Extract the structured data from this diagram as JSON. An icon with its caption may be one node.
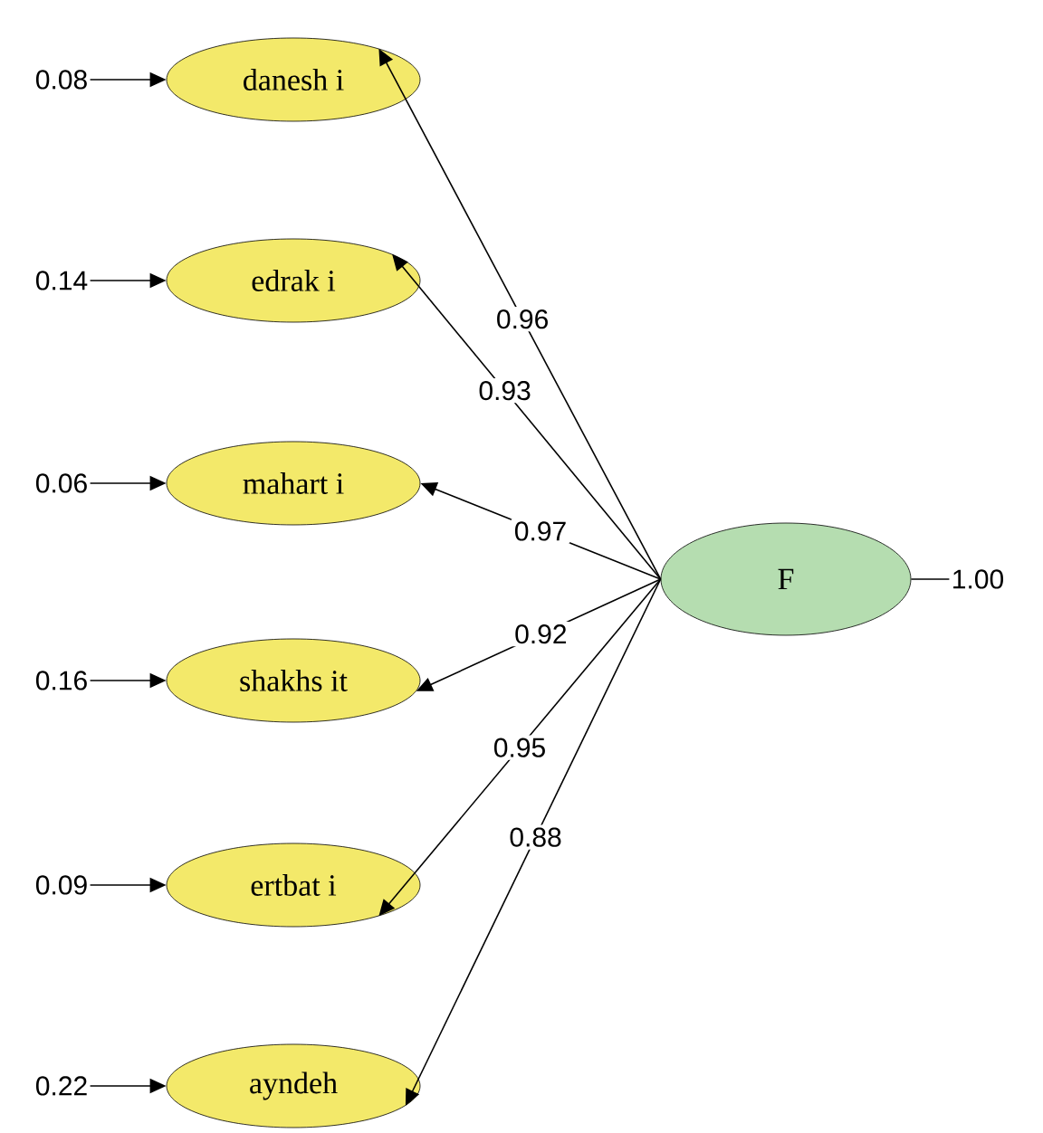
{
  "diagram": {
    "nodes": [
      {
        "text": [
          "danesh i"
        ]
      },
      {
        "text": [
          "edrak i"
        ]
      },
      {
        "text": [
          "mahart i"
        ]
      },
      {
        "text": [
          "shakhs it"
        ]
      },
      {
        "text": [
          "ertbat i"
        ]
      },
      {
        "text": [
          "ayndeh"
        ]
      },
      {
        "text": [
          "F"
        ]
      },
      {
        "text": [
          "0.08"
        ]
      },
      {
        "text": [
          "0.14"
        ]
      },
      {
        "text": [
          "0.06"
        ]
      },
      {
        "text": [
          "0.16"
        ]
      },
      {
        "text": [
          "0.09"
        ]
      },
      {
        "text": [
          "0.22"
        ]
      },
      {
        "text": [
          "1.00"
        ]
      }
    ],
    "edges": [
      {
        "from": 6,
        "to": 0,
        "arrow": "to",
        "label": "0.96"
      },
      {
        "from": 6,
        "to": 1,
        "arrow": "to",
        "label": "0.93"
      },
      {
        "from": 6,
        "to": 2,
        "arrow": "to",
        "label": "0.97"
      },
      {
        "from": 6,
        "to": 3,
        "arrow": "to",
        "label": "0.92"
      },
      {
        "from": 6,
        "to": 4,
        "arrow": "to",
        "label": "0.95"
      },
      {
        "from": 6,
        "to": 5,
        "arrow": "to",
        "label": "0.88"
      },
      {
        "from": 7,
        "to": 0,
        "arrow": "to"
      },
      {
        "from": 8,
        "to": 1,
        "arrow": "to"
      },
      {
        "from": 9,
        "to": 2,
        "arrow": "to"
      },
      {
        "from": 10,
        "to": 3,
        "arrow": "to"
      },
      {
        "from": 11,
        "to": 4,
        "arrow": "to"
      },
      {
        "from": 12,
        "to": 5,
        "arrow": "to"
      },
      {
        "from": 6,
        "to": 13,
        "arrow": "none"
      }
    ]
  }
}
